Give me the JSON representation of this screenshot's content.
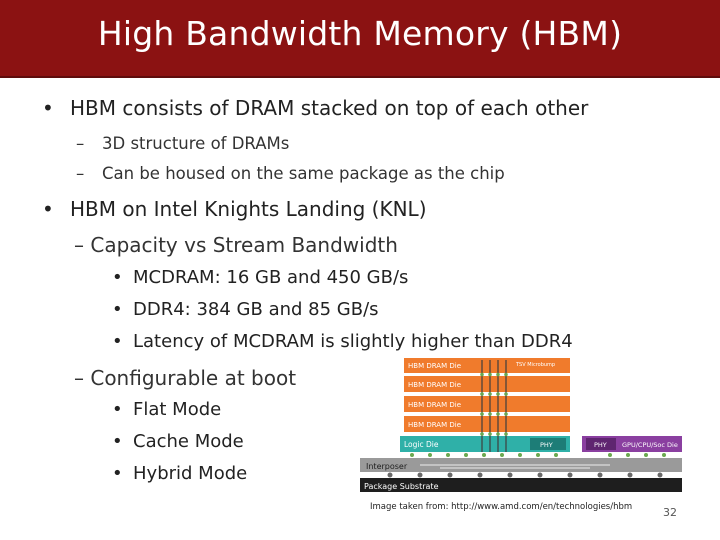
{
  "slide": {
    "title": "High Bandwidth Memory (HBM)",
    "bullets": {
      "b1": "HBM consists of DRAM stacked on top of each other",
      "b1_sub1": "3D structure of DRAMs",
      "b1_sub2": "Can be housed on the same package as the chip",
      "b2": "HBM on Intel Knights Landing (KNL)",
      "b2_sub1": "Capacity vs Stream Bandwidth",
      "b2_sub1_items": [
        "MCDRAM: 16 GB and 450 GB/s",
        "DDR4: 384 GB and 85 GB/s",
        "Latency of MCDRAM is slightly higher than DDR4"
      ],
      "b2_sub2": "Configurable at boot",
      "b2_sub2_items": [
        "Flat Mode",
        "Cache Mode",
        "Hybrid Mode"
      ]
    },
    "bullet_glyph": "•",
    "dash_glyph": "–",
    "caption": "Image taken from: http://www.amd.com/en/technologies/hbm",
    "page_number": "32"
  },
  "diagram": {
    "dram_die_label": "HBM DRAM Die",
    "logic_die_label": "Logic Die",
    "phy_label": "PHY",
    "gpu_die_label": "GPU/CPU/Soc Die",
    "interposer_label": "Interposer",
    "substrate_label": "Package Substrate",
    "microbump_label": "TSV Microbump",
    "colors": {
      "title_bar": "#8b1212",
      "dram_die": "#f07b2c",
      "logic_die": "#2fb0a8",
      "gpu_die": "#8a3fa0",
      "interposer": "#9a9a9a",
      "substrate": "#1e1e1e"
    }
  }
}
